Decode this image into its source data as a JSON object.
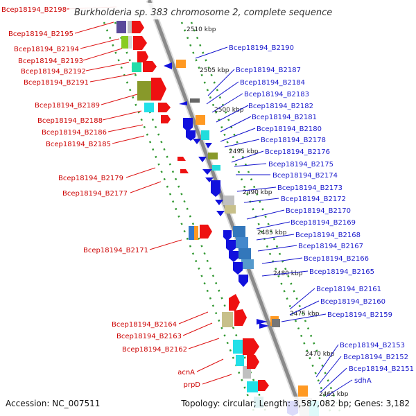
{
  "title": "Burkholderia sp. 383 chromosome 2, complete sequence",
  "accession": "Accession: NC_007511",
  "topology": "Topology: circular; Length: 3,587,082 bp; Genes: 3,182",
  "colors": {
    "left_label": "#cc0000",
    "right_label": "#1a1acc",
    "track": "#888888",
    "dots": "#339933"
  },
  "kbp_marks": [
    "2510 kbp",
    "2505 kbp",
    "2500 kbp",
    "2495 kbp",
    "2490 kbp",
    "2485 kbp",
    "2480 kbp",
    "2475 kbp",
    "2470 kbp",
    "2465 kbp"
  ],
  "left_labels": [
    "Bcep18194_B2198",
    "Bcep18194_B2195",
    "Bcep18194_B2194",
    "Bcep18194_B2193",
    "Bcep18194_B2192",
    "Bcep18194_B2191",
    "Bcep18194_B2189",
    "Bcep18194_B2188",
    "Bcep18194_B2186",
    "Bcep18194_B2185",
    "Bcep18194_B2179",
    "Bcep18194_B2177",
    "Bcep18194_B2171",
    "Bcep18194_B2164",
    "Bcep18194_B2163",
    "Bcep18194_B2162",
    "acnA",
    "prpD"
  ],
  "right_labels": [
    "Bcep18194_B2190",
    "Bcep18194_B2187",
    "Bcep18194_B2184",
    "Bcep18194_B2183",
    "Bcep18194_B2182",
    "Bcep18194_B2181",
    "Bcep18194_B2180",
    "Bcep18194_B2178",
    "Bcep18194_B2176",
    "Bcep18194_B2175",
    "Bcep18194_B2174",
    "Bcep18194_B2173",
    "Bcep18194_B2172",
    "Bcep18194_B2170",
    "Bcep18194_B2169",
    "Bcep18194_B2168",
    "Bcep18194_B2167",
    "Bcep18194_B2166",
    "Bcep18194_B2165",
    "Bcep18194_B2161",
    "Bcep18194_B2160",
    "Bcep18194_B2159",
    "Bcep18194_B2153",
    "Bcep18194_B2152",
    "Bcep18194_B2151",
    "sdhA"
  ]
}
